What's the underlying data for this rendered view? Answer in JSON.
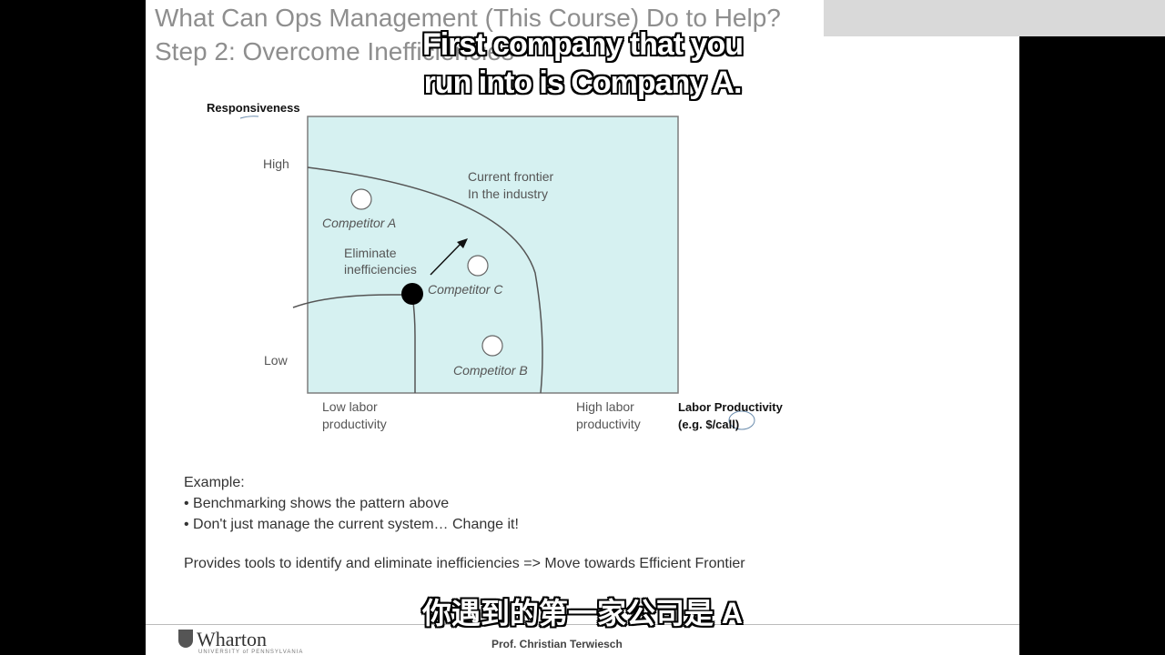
{
  "slide": {
    "title_line1": "What Can Ops Management (This Course) Do to Help?",
    "title_line2": "Step 2: Overcome Inefficiencies"
  },
  "subtitles": {
    "english_line1": "First company that you",
    "english_line2": "run into is Company A.",
    "chinese": "你遇到的第一家公司是 A"
  },
  "diagram": {
    "y_axis_title": "Responsiveness",
    "y_high": "High",
    "y_low": "Low",
    "x_low_line1": "Low labor",
    "x_low_line2": "productivity",
    "x_high_line1": "High labor",
    "x_high_line2": "productivity",
    "x_axis_title_line1": "Labor Productivity",
    "x_axis_title_line2": "(e.g. $/call)",
    "frontier_label_line1": "Current frontier",
    "frontier_label_line2": "In the industry",
    "competitor_a": "Competitor A",
    "competitor_b": "Competitor B",
    "competitor_c": "Competitor C",
    "arrow_label_line1": "Eliminate",
    "arrow_label_line2": "inefficiencies",
    "colors": {
      "plot_fill": "#d6f1f1",
      "plot_border": "#7d7d7d"
    }
  },
  "example": {
    "heading": "Example:",
    "bullet1": "• Benchmarking shows the pattern above",
    "bullet2": "• Don't just manage the current system… Change it!",
    "conclusion": "Provides tools to identify and eliminate inefficiencies => Move towards Efficient Frontier"
  },
  "footer": {
    "logo_text": "Wharton",
    "logo_subtext": "UNIVERSITY of PENNSYLVANIA",
    "presenter": "Prof. Christian Terwiesch"
  }
}
